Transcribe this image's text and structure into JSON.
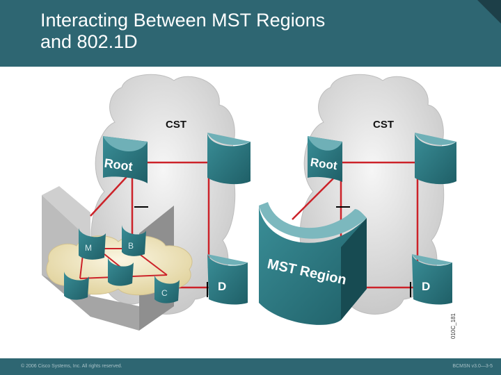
{
  "header": {
    "title_line1": "Interacting Between MST Regions",
    "title_line2": "and 802.1D"
  },
  "diagram": {
    "left": {
      "cloud_label": "CST",
      "root_label": "Root",
      "d_label": "D",
      "region_switches": {
        "m": "M",
        "b": "B",
        "c": "C"
      }
    },
    "right": {
      "cloud_label": "CST",
      "root_label": "Root",
      "d_label": "D",
      "region_label": "MST Region"
    },
    "figure_id": "010C_181"
  },
  "footer": {
    "copyright": "© 2006 Cisco Systems, Inc. All rights reserved.",
    "course_ref": "BCMSN v3.0—3-5"
  },
  "colors": {
    "header_bg": "#2e6672",
    "switch_teal": "#2a7b84",
    "link_red": "#cc2229",
    "cloud_gray": "#e3e3e3",
    "region_cloud": "#f3ebc7"
  }
}
